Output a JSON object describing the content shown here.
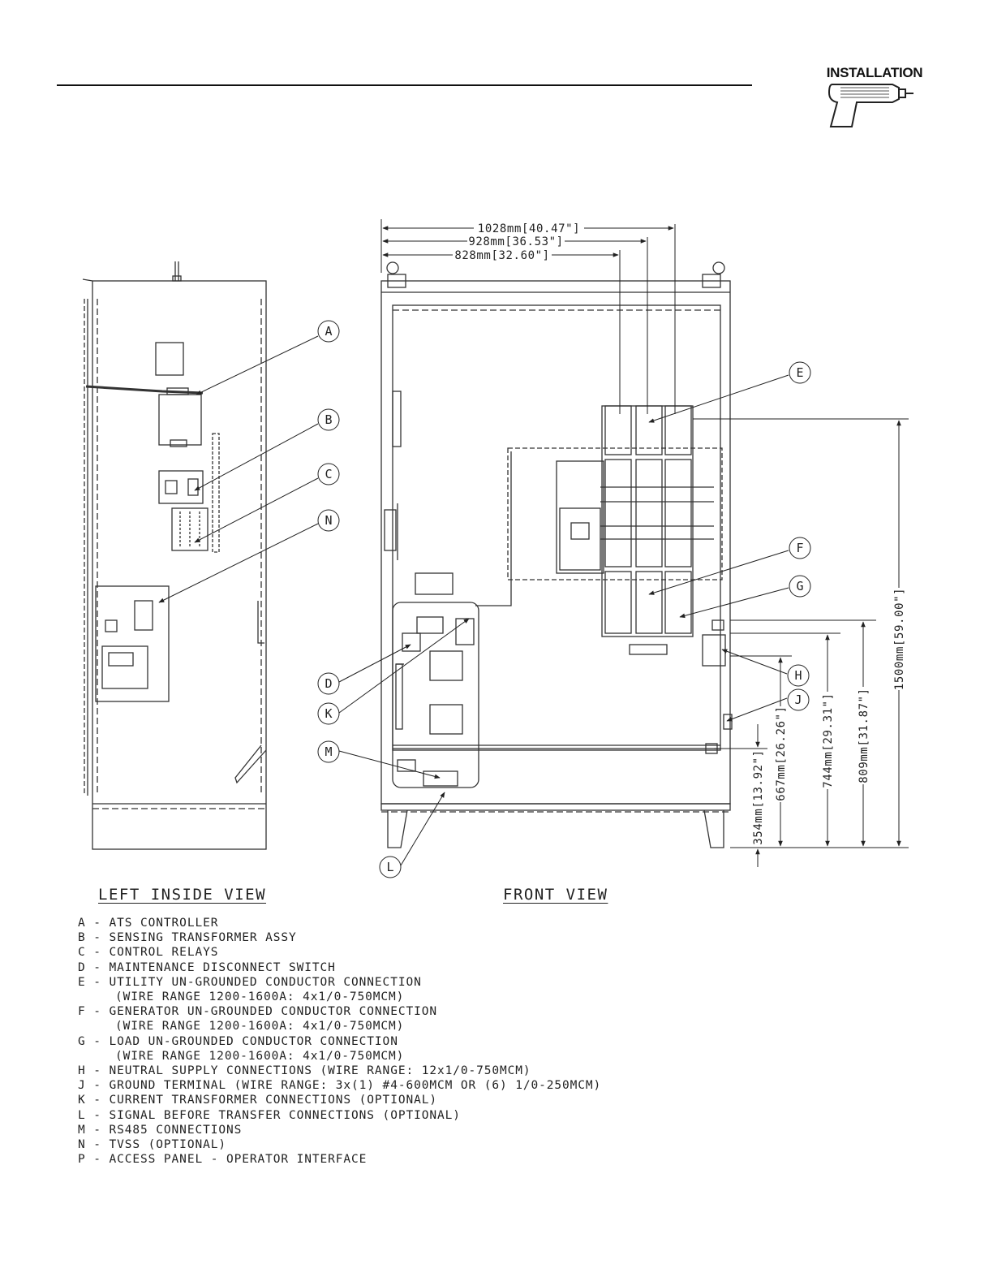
{
  "header": {
    "section_tag": "INSTALLATION",
    "tag_icon": "drill-icon"
  },
  "dimensions": {
    "width_1028": "1028mm[40.47\"]",
    "width_928": "928mm[36.53\"]",
    "width_828": "828mm[32.60\"]",
    "height_1500": "1500mm[59.00\"]",
    "height_809": "809mm[31.87\"]",
    "height_744": "744mm[29.31\"]",
    "height_667": "667mm[26.26\"]",
    "height_354": "354mm[13.92\"]"
  },
  "callouts": [
    "A",
    "B",
    "C",
    "N",
    "E",
    "F",
    "G",
    "H",
    "J",
    "D",
    "K",
    "M",
    "L"
  ],
  "views": {
    "left": "LEFT INSIDE VIEW",
    "front": "FRONT VIEW"
  },
  "legend": [
    {
      "text": "A - ATS CONTROLLER"
    },
    {
      "text": "B - SENSING TRANSFORMER ASSY"
    },
    {
      "text": "C - CONTROL RELAYS"
    },
    {
      "text": "D - MAINTENANCE DISCONNECT SWITCH"
    },
    {
      "text": "E - UTILITY UN-GROUNDED CONDUCTOR CONNECTION",
      "sub": "(WIRE RANGE 1200-1600A: 4x1/0-750MCM)"
    },
    {
      "text": "F - GENERATOR UN-GROUNDED CONDUCTOR CONNECTION",
      "sub": "(WIRE RANGE 1200-1600A: 4x1/0-750MCM)"
    },
    {
      "text": "G - LOAD UN-GROUNDED CONDUCTOR CONNECTION",
      "sub": "(WIRE RANGE 1200-1600A: 4x1/0-750MCM)"
    },
    {
      "text": "H - NEUTRAL SUPPLY CONNECTIONS (WIRE RANGE: 12x1/0-750MCM)"
    },
    {
      "text": "J - GROUND TERMINAL (WIRE RANGE: 3x(1) #4-600MCM OR (6) 1/0-250MCM)"
    },
    {
      "text": "K - CURRENT TRANSFORMER CONNECTIONS (OPTIONAL)"
    },
    {
      "text": "L - SIGNAL BEFORE TRANSFER CONNECTIONS (OPTIONAL)"
    },
    {
      "text": "M - RS485 CONNECTIONS"
    },
    {
      "text": "N - TVSS (OPTIONAL)"
    },
    {
      "text": "P - ACCESS PANEL - OPERATOR INTERFACE"
    }
  ]
}
